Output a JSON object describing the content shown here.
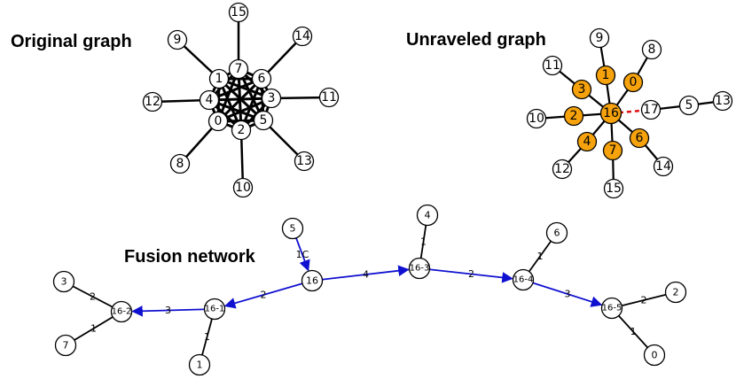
{
  "titles": {
    "original": "Original graph",
    "unraveled": "Unraveled graph",
    "fusion": "Fusion network"
  },
  "colors": {
    "stroke": "#000000",
    "node_fill": "#ffffff",
    "highlight_fill": "#f5a20c",
    "arrow": "#1010d0",
    "dashed": "#e01010"
  },
  "original_graph": {
    "nodes": [
      "0",
      "1",
      "2",
      "3",
      "4",
      "5",
      "6",
      "7",
      "8",
      "9",
      "10",
      "11",
      "12",
      "13",
      "14",
      "15"
    ],
    "edges": [
      [
        "0",
        "8"
      ],
      [
        "1",
        "9"
      ],
      [
        "4",
        "12"
      ],
      [
        "2",
        "10"
      ],
      [
        "5",
        "13"
      ],
      [
        "3",
        "11"
      ],
      [
        "6",
        "14"
      ],
      [
        "7",
        "15"
      ]
    ]
  },
  "unraveled_graph": {
    "center": "16",
    "orange_nodes": [
      "0",
      "1",
      "2",
      "3",
      "4",
      "6",
      "7"
    ],
    "white_nodes": [
      "8",
      "9",
      "10",
      "11",
      "12",
      "13",
      "14",
      "15",
      "17",
      "5"
    ],
    "edges": [
      [
        "1",
        "9"
      ],
      [
        "0",
        "8"
      ],
      [
        "3",
        "11"
      ],
      [
        "2",
        "10"
      ],
      [
        "4",
        "12"
      ],
      [
        "7",
        "15"
      ],
      [
        "6",
        "14"
      ],
      [
        "17",
        "5"
      ],
      [
        "5",
        "13"
      ]
    ],
    "dashed_edge": [
      "16",
      "17"
    ]
  },
  "fusion_network": {
    "nodes": [
      "16",
      "16-1",
      "16-2",
      "16-3",
      "16-4",
      "16-5",
      "5",
      "4",
      "6",
      "3",
      "7",
      "1",
      "2",
      "0"
    ],
    "arrows": [
      {
        "from": "5",
        "to": "16",
        "label": "1C"
      },
      {
        "from": "16",
        "to": "16-1",
        "label": "2"
      },
      {
        "from": "16-1",
        "to": "16-2",
        "label": "3"
      },
      {
        "from": "16",
        "to": "16-3",
        "label": "4"
      },
      {
        "from": "16-3",
        "to": "16-4",
        "label": "2"
      },
      {
        "from": "16-4",
        "to": "16-5",
        "label": "3"
      }
    ],
    "edges": [
      {
        "from": "4",
        "to": "16-3",
        "label": "1"
      },
      {
        "from": "6",
        "to": "16-4",
        "label": "1"
      },
      {
        "from": "3",
        "to": "16-2",
        "label": "2"
      },
      {
        "from": "7",
        "to": "16-2",
        "label": "1"
      },
      {
        "from": "1",
        "to": "16-1",
        "label": "1"
      },
      {
        "from": "2",
        "to": "16-5",
        "label": "2"
      },
      {
        "from": "0",
        "to": "16-5",
        "label": "1"
      }
    ]
  }
}
